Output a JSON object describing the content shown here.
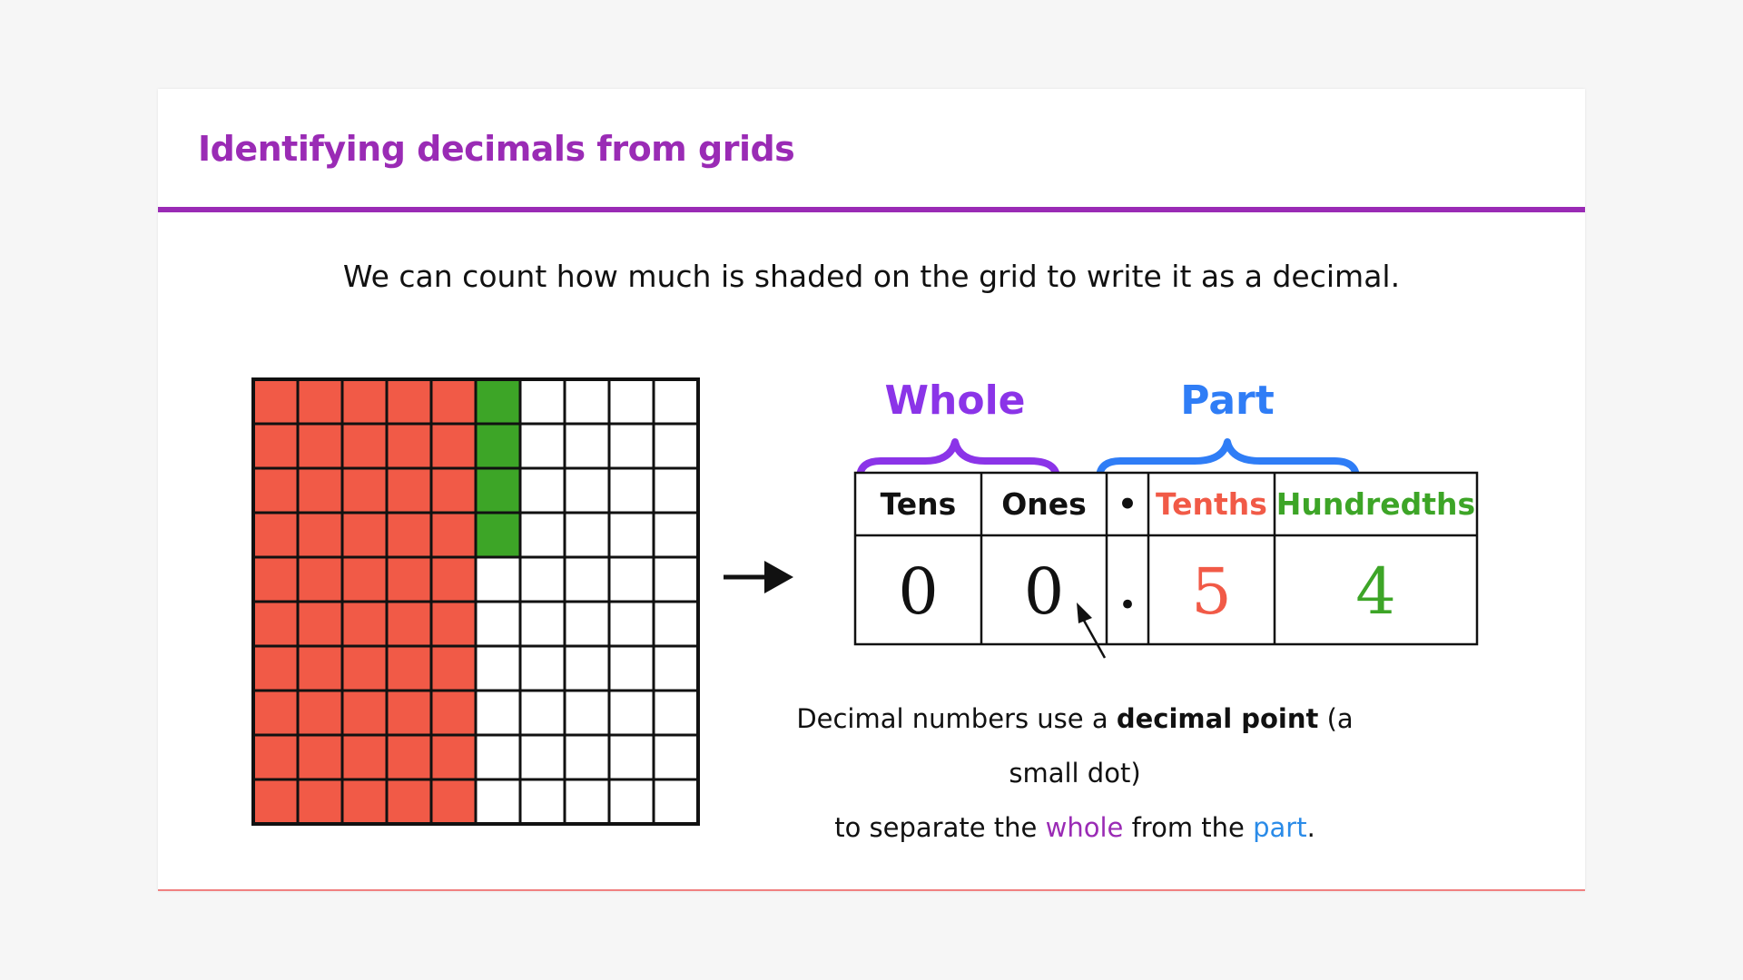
{
  "title": "Identifying decimals from grids",
  "intro": "We can count how much is shaded on the grid to write it as a decimal.",
  "grid": {
    "rows": 10,
    "columns": 10,
    "full_red_columns": 5,
    "green_cells_in_sixth_column": 4,
    "tenths_shaded": 5,
    "hundredths_shaded": 4
  },
  "labels": {
    "whole": "Whole",
    "part": "Part"
  },
  "place_value_table": {
    "headers": [
      "Tens",
      "Ones",
      "•",
      "Tenths",
      "Hundredths"
    ],
    "digits": [
      "0",
      "0",
      "•",
      "5",
      "4"
    ]
  },
  "caption": {
    "line1_before": "Decimal numbers use a ",
    "line1_bold": "decimal point",
    "line1_after": " (a small dot)",
    "line2_before": "to separate the ",
    "line2_whole": "whole",
    "line2_middle": " from the ",
    "line2_part": "part",
    "line2_end": "."
  },
  "colors": {
    "title": "#9a2bb5",
    "rule": "#9a2bb5",
    "bottom_rule": "#f08080",
    "red": "#f15a47",
    "green": "#3da527",
    "whole": "#8b34e8",
    "part": "#2f7df6",
    "tenths": "#f15a47",
    "hundredths": "#3da527",
    "caption_whole": "#9a2bb5",
    "caption_part": "#2a8be8"
  }
}
